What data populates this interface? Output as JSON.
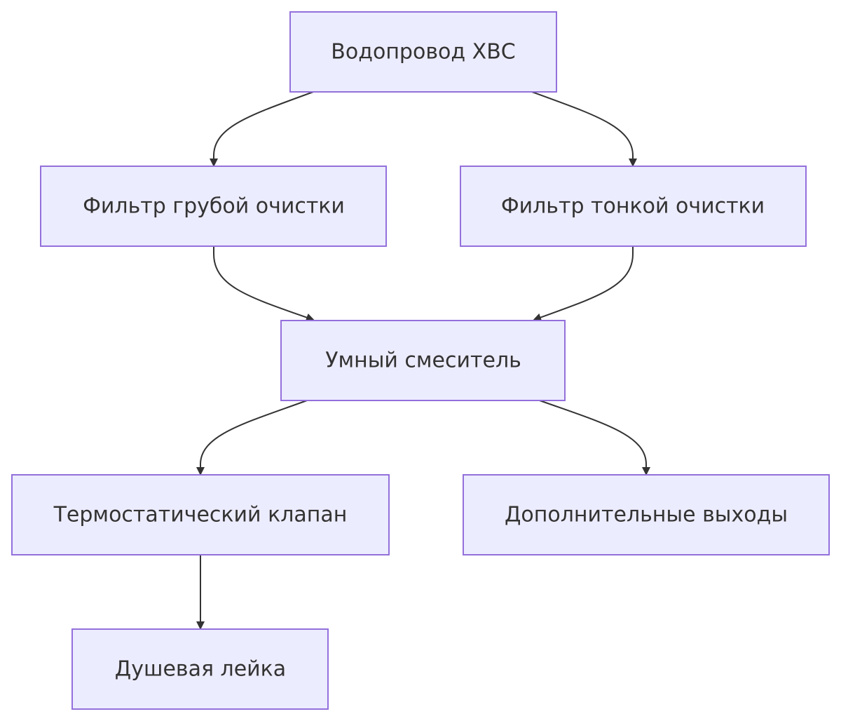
{
  "diagram": {
    "type": "flowchart",
    "direction": "top-down",
    "colors": {
      "node_fill": "#ECECFF",
      "node_stroke": "#9370DB",
      "edge": "#333333",
      "text": "#333333",
      "background": "#FFFFFF"
    },
    "nodes": [
      {
        "id": "supply",
        "label": "Водопровод ХВС"
      },
      {
        "id": "coarse",
        "label": "Фильтр грубой очистки"
      },
      {
        "id": "fine",
        "label": "Фильтр тонкой очистки"
      },
      {
        "id": "mixer",
        "label": "Умный смеситель"
      },
      {
        "id": "valve",
        "label": "Термостатический клапан"
      },
      {
        "id": "outputs",
        "label": "Дополнительные выходы"
      },
      {
        "id": "shower",
        "label": "Душевая лейка"
      }
    ],
    "edges": [
      {
        "from": "supply",
        "to": "coarse"
      },
      {
        "from": "supply",
        "to": "fine"
      },
      {
        "from": "coarse",
        "to": "mixer"
      },
      {
        "from": "fine",
        "to": "mixer"
      },
      {
        "from": "mixer",
        "to": "valve"
      },
      {
        "from": "mixer",
        "to": "outputs"
      },
      {
        "from": "valve",
        "to": "shower"
      }
    ]
  }
}
